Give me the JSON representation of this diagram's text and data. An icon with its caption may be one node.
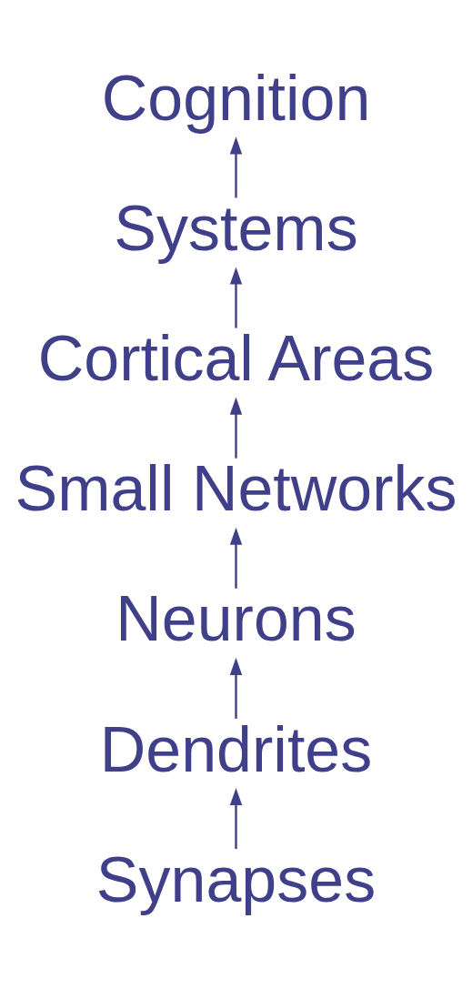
{
  "diagram": {
    "nodes": [
      {
        "text": [
          "Cognition"
        ]
      },
      {
        "text": [
          "Systems"
        ]
      },
      {
        "text": [
          "Cortical Areas"
        ]
      },
      {
        "text": [
          "Small Networks"
        ]
      },
      {
        "text": [
          "Neurons"
        ]
      },
      {
        "text": [
          "Dendrites"
        ]
      },
      {
        "text": [
          "Synapses"
        ]
      }
    ],
    "edges": [
      {
        "from": 6,
        "to": 5,
        "arrow": "to"
      },
      {
        "from": 5,
        "to": 4,
        "arrow": "to"
      },
      {
        "from": 4,
        "to": 3,
        "arrow": "to"
      },
      {
        "from": 3,
        "to": 2,
        "arrow": "to"
      },
      {
        "from": 2,
        "to": 1,
        "arrow": "to"
      },
      {
        "from": 1,
        "to": 0,
        "arrow": "to"
      }
    ]
  }
}
